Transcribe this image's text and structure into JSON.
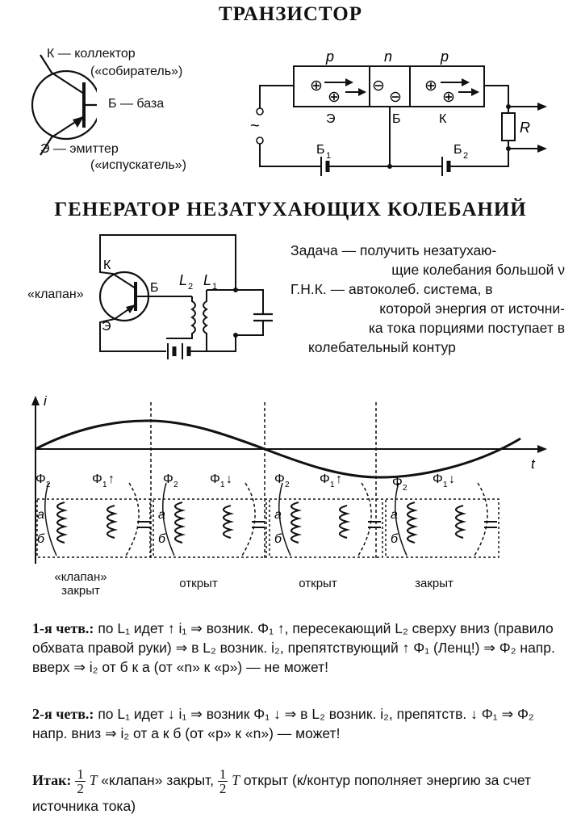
{
  "titles": {
    "transistor": "ТРАНЗИСТОР",
    "generator": "ГЕНЕРАТОР НЕЗАТУХАЮЩИХ КОЛЕБАНИЙ"
  },
  "transistor_symbol": {
    "collector": "К — коллектор",
    "collector_alt": "(«собиратель»)",
    "base": "Б — база",
    "emitter": "Э — эмиттер",
    "emitter_alt": "(«испускатель»)"
  },
  "pnp_diagram": {
    "p_left": "p",
    "n_mid": "n",
    "p_right": "p",
    "emitter": "Э",
    "base": "Б",
    "collector": "К",
    "resistor": "R",
    "battery1": "Б",
    "battery1_sub": "1",
    "battery2": "Б",
    "battery2_sub": "2",
    "ac_symbol": "~",
    "plus": "⊕",
    "minus": "⊖"
  },
  "generator_circuit": {
    "valve": "«клапан»",
    "k": "К",
    "b": "Б",
    "e": "Э",
    "l2": "L",
    "l2_sub": "2",
    "l1": "L",
    "l1_sub": "1"
  },
  "task_text": [
    "Задача — получить незатухаю-",
    "щие колебания большой ν",
    "Г.Н.К. — автоколеб. система, в",
    "которой энергия от источни-",
    "ка тока порциями поступает в",
    "колебательный контур"
  ],
  "graph": {
    "y_axis": "i",
    "x_axis": "t",
    "panels": [
      {
        "phi_a": "Φ",
        "phi_a_sub": "2",
        "phi_b": "Φ",
        "phi_b_sub": "1",
        "arrow": "↑",
        "a": "а",
        "b": "б",
        "state": "«клапан»",
        "state2": "закрыт"
      },
      {
        "phi_a": "Φ",
        "phi_a_sub": "2",
        "phi_b": "Φ",
        "phi_b_sub": "1",
        "arrow": "↓",
        "a": "а",
        "b": "б",
        "state": "открыт",
        "state2": ""
      },
      {
        "phi_a": "Φ",
        "phi_a_sub": "2",
        "phi_b": "Φ",
        "phi_b_sub": "1",
        "arrow": "↑",
        "a": "а",
        "b": "б",
        "state": "открыт",
        "state2": ""
      },
      {
        "phi_a": "Φ",
        "phi_a_sub": "2",
        "phi_b": "Φ",
        "phi_b_sub": "1",
        "arrow": "↓",
        "a": "а",
        "b": "б",
        "state": "закрыт",
        "state2": ""
      }
    ]
  },
  "paragraphs": {
    "q1_head": "1-я четв.:",
    "q1_text": "по L₁ идет ↑ i₁ ⇒ возник. Φ₁ ↑, пересекающий L₂ сверху вниз (правило обхвата правой руки) ⇒ в L₂ возник. i₂, препятствующий ↑ Φ₁ (Ленц!) ⇒ Φ₂ напр. вверх ⇒ i₂ от б к а (от «n» к «p») — не может!",
    "q2_head": "2-я четв.:",
    "q2_text": "по L₁ идет ↓ i₁ ⇒ возник Φ₁ ↓ ⇒ в L₂ возник. i₂, препятств. ↓ Φ₁ ⇒ Φ₂ напр. вниз ⇒ i₂ от а к б (от «p» к «n») — может!",
    "itak_head": "Итак:",
    "frac_num": "1",
    "frac_den": "2",
    "period": "T",
    "itak_mid": "«клапан» закрыт,",
    "itak_end": "открыт (к/контур пополняет энергию за счет источника тока)"
  }
}
